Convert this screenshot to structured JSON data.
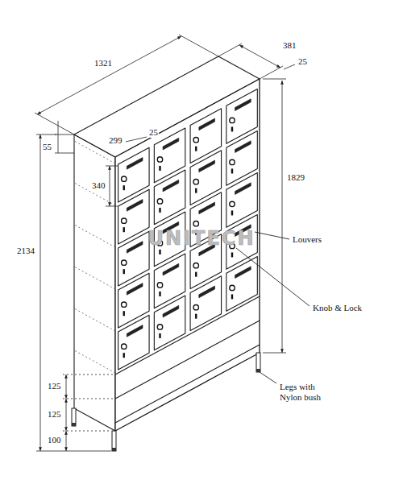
{
  "diagram": {
    "labels": [
      "1321",
      "381",
      "25",
      "55",
      "299",
      "25",
      "340",
      "1829",
      "2134",
      "Louvers",
      "Knob & Lock",
      "125",
      "125",
      "100",
      "Legs with Nylon bush",
      "UNITECH"
    ]
  }
}
